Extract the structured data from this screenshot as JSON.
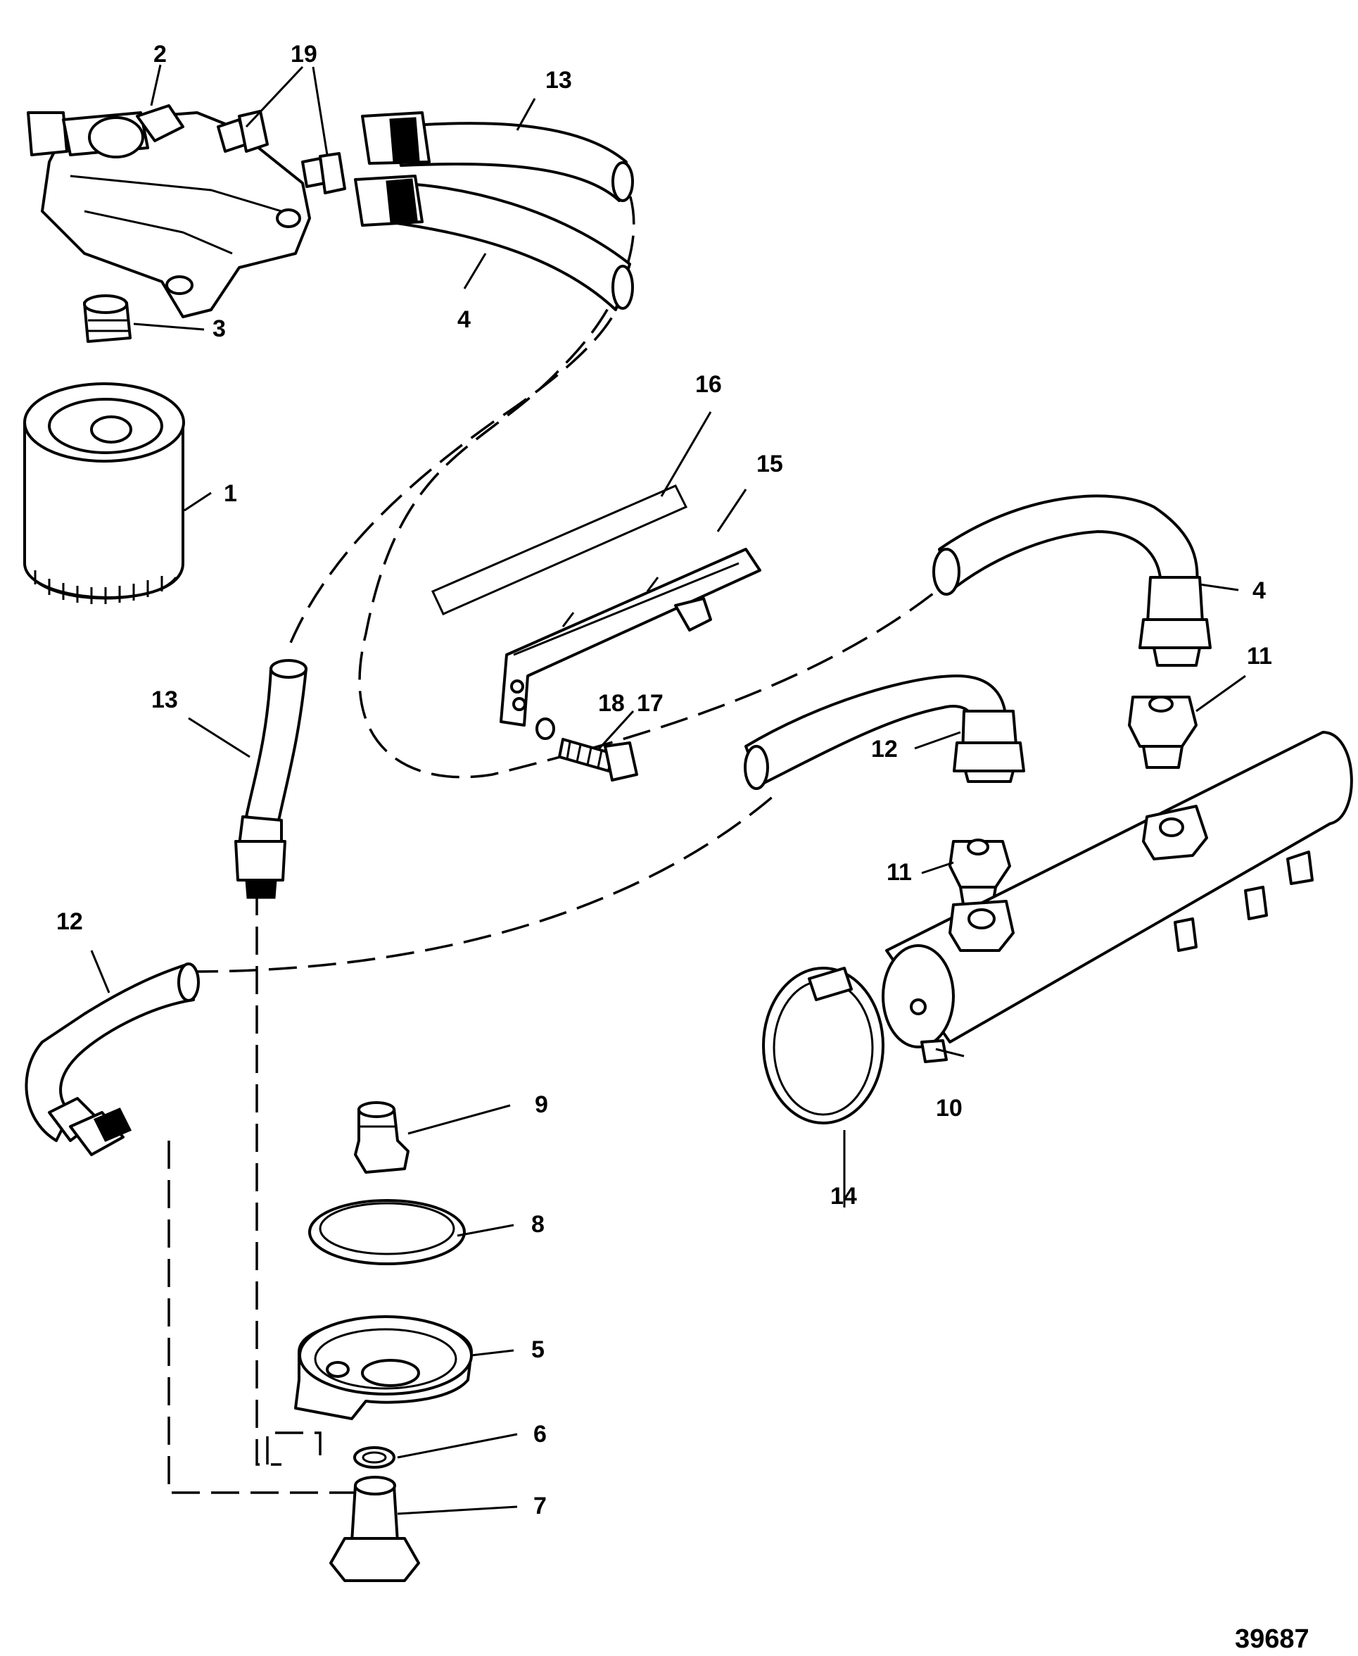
{
  "figure_number": "39687",
  "callouts": {
    "c1": "1",
    "c2": "2",
    "c3": "3",
    "c4a": "4",
    "c4b": "4",
    "c5": "5",
    "c6": "6",
    "c7": "7",
    "c8": "8",
    "c9": "9",
    "c10": "10",
    "c11a": "11",
    "c11b": "11",
    "c12a": "12",
    "c12b": "12",
    "c13a": "13",
    "c13b": "13",
    "c14": "14",
    "c15": "15",
    "c16": "16",
    "c17": "17",
    "c18": "18",
    "c19": "19"
  }
}
